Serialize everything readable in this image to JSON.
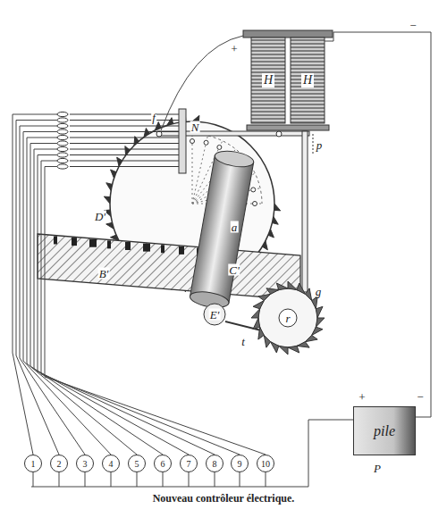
{
  "diagram": {
    "caption": "Nouveau contrôleur électrique.",
    "nodes": [
      {
        "text": [
          "H"
        ]
      },
      {
        "text": [
          "H"
        ]
      },
      {
        "text": [
          "pile"
        ]
      },
      {
        "text": [
          "1"
        ]
      },
      {
        "text": [
          "2"
        ]
      },
      {
        "text": [
          "3"
        ]
      },
      {
        "text": [
          "4"
        ]
      },
      {
        "text": [
          "5"
        ]
      },
      {
        "text": [
          "6"
        ]
      },
      {
        "text": [
          "7"
        ]
      },
      {
        "text": [
          "8"
        ]
      },
      {
        "text": [
          "9"
        ]
      },
      {
        "text": [
          "10"
        ]
      }
    ],
    "edges": [
      {
        "from": 2,
        "to": 1,
        "arrow": "none"
      }
    ],
    "labels": [
      "+",
      "−",
      "f",
      "p",
      "N",
      "D'",
      "a",
      "B'",
      "C'",
      "E'",
      "r",
      "g",
      "t",
      "+",
      "−",
      "P"
    ]
  }
}
